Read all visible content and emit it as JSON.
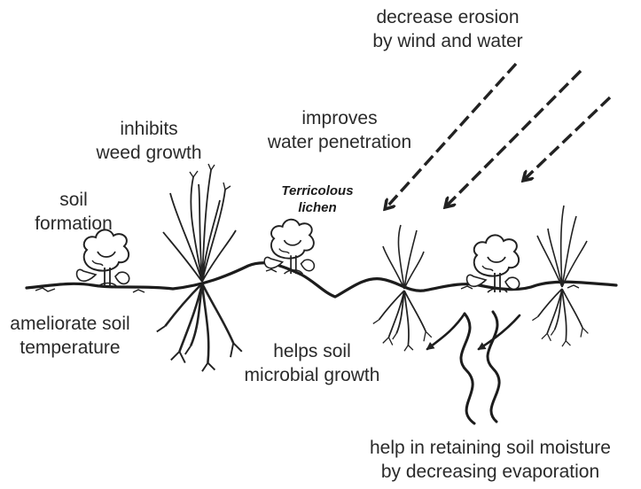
{
  "labels": {
    "erosion": [
      "decrease erosion",
      "by wind and water"
    ],
    "water_penetration": [
      "improves",
      "water penetration"
    ],
    "weed_growth": [
      "inhibits",
      "weed growth"
    ],
    "soil_formation": [
      "soil",
      "formation"
    ],
    "lichen": [
      "Terricolous",
      "lichen"
    ],
    "soil_temperature": [
      "ameliorate soil",
      "temperature"
    ],
    "microbial_growth": [
      "helps soil",
      "microbial growth"
    ],
    "soil_moisture": [
      "help in retaining soil moisture",
      "by decreasing evaporation"
    ]
  },
  "icons": [
    "lichen-icon",
    "grass-tuft-icon",
    "wind-water-arrow-icon",
    "evaporation-arrow-icon",
    "soil-surface-line"
  ],
  "colors": {
    "ink": "#2a2a2a",
    "background": "#ffffff"
  }
}
